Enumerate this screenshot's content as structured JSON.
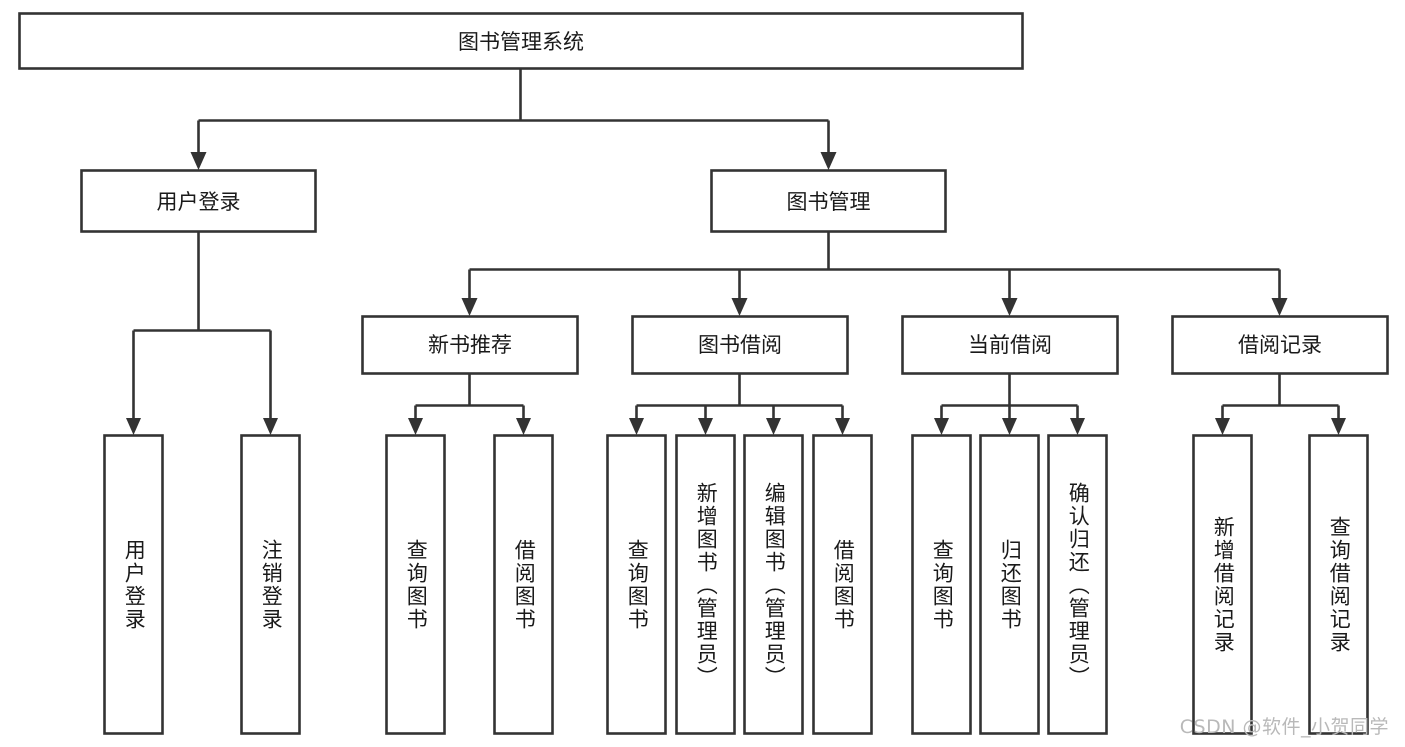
{
  "diagram": {
    "title": "图书管理系统",
    "type": "tree-hierarchy-diagram",
    "watermark": "CSDN @软件_小贺同学",
    "colors": {
      "box_stroke": "#333333",
      "box_fill": "#ffffff",
      "text": "#1a1a1a",
      "background": "#ffffff",
      "watermark": "#b9b9b9"
    },
    "root": {
      "label": "图书管理系统",
      "children": [
        {
          "label": "用户登录",
          "children": [
            {
              "label": "用户登录"
            },
            {
              "label": "注销登录"
            }
          ]
        },
        {
          "label": "图书管理",
          "children": [
            {
              "label": "新书推荐",
              "children": [
                {
                  "label": "查询图书"
                },
                {
                  "label": "借阅图书"
                }
              ]
            },
            {
              "label": "图书借阅",
              "children": [
                {
                  "label": "查询图书"
                },
                {
                  "label": "新增图书（管理员）"
                },
                {
                  "label": "编辑图书（管理员）"
                },
                {
                  "label": "借阅图书"
                }
              ]
            },
            {
              "label": "当前借阅",
              "children": [
                {
                  "label": "查询图书"
                },
                {
                  "label": "归还图书"
                },
                {
                  "label": "确认归还（管理员）"
                }
              ]
            },
            {
              "label": "借阅记录",
              "children": [
                {
                  "label": "新增借阅记录"
                },
                {
                  "label": "查询借阅记录"
                }
              ]
            }
          ]
        }
      ]
    },
    "labels": {
      "root": "图书管理系统",
      "l2_user_login": "用户登录",
      "l2_book_manage": "图书管理",
      "l3_new_book": "新书推荐",
      "l3_borrow": "图书借阅",
      "l3_current": "当前借阅",
      "l3_record": "借阅记录",
      "leaf_user_login": "用户登录",
      "leaf_logout": "注销登录",
      "leaf_nb_query": "查询图书",
      "leaf_nb_borrow": "借阅图书",
      "leaf_bb_query": "查询图书",
      "leaf_bb_add": "新增图书（管理员）",
      "leaf_bb_edit": "编辑图书（管理员）",
      "leaf_bb_borrow": "借阅图书",
      "leaf_cb_query": "查询图书",
      "leaf_cb_return": "归还图书",
      "leaf_cb_confirm": "确认归还（管理员）",
      "leaf_br_add": "新增借阅记录",
      "leaf_br_query": "查询借阅记录"
    }
  }
}
